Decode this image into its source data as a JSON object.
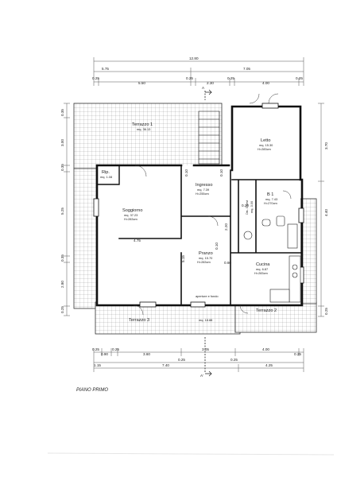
{
  "drawing": {
    "title": "PIANO PRIMO",
    "section_marker_top": "A",
    "section_marker_bottom": "A'"
  },
  "dimensions": {
    "top_overall": "12.80",
    "top_row1": [
      "5.75",
      "7.05"
    ],
    "top_row2": [
      "0.25",
      "5.50",
      "0.25",
      "2.30",
      "0.25",
      "4.00",
      "0.25"
    ],
    "bottom_row1": [
      "0.25",
      "0.90",
      "0.25",
      "3.60",
      "3.05",
      "4.00",
      "0.25"
    ],
    "bottom_row2": [
      "0.25",
      "0.25"
    ],
    "bottom_row3": [
      "1.15",
      "7.40",
      "4.25"
    ],
    "left": [
      "0.35",
      "3.00",
      "0.35",
      "5.25",
      "0.35",
      "2.80",
      "0.25"
    ],
    "right": [
      "3.70",
      "4.40",
      "0.25"
    ],
    "inner": [
      "0.10",
      "0.10",
      "0.10",
      "4.75",
      "5.15",
      "2.20",
      "0.60",
      "0.20"
    ]
  },
  "rooms": [
    {
      "key": "terrazzo1",
      "name": "Terrazzo 1",
      "area": "mq. 36.13",
      "height": ""
    },
    {
      "key": "letto",
      "name": "Letto",
      "area": "mq. 15.30",
      "height": "H=283cm"
    },
    {
      "key": "rip",
      "name": "Rip.",
      "area": "mq. 1.08",
      "height": ""
    },
    {
      "key": "ingresso",
      "name": "Ingresso",
      "area": "mq. 7.39",
      "height": "H=255cm"
    },
    {
      "key": "disimpegno",
      "name": "Dis. Guest",
      "area": "mq. 3.00",
      "height": ""
    },
    {
      "key": "bagno1",
      "name": "B 1",
      "area": "mq. 7.43",
      "height": "H=270cm"
    },
    {
      "key": "soggiorno",
      "name": "Soggiorno",
      "area": "mq. 37.23",
      "height": "H=283cm"
    },
    {
      "key": "pranzo",
      "name": "Pranzo",
      "area": "mq. 15.70",
      "height": "H=283cm"
    },
    {
      "key": "cucina",
      "name": "Cucina",
      "area": "mq. 6.87",
      "height": "H=283cm"
    },
    {
      "key": "terrazzo3",
      "name": "Terrazzo 3",
      "area": "mq. 18.88",
      "height": ""
    },
    {
      "key": "terrazzo2",
      "name": "Terrazzo 2",
      "area": "",
      "height": ""
    }
  ],
  "notes": {
    "openings": "aperture e fondo"
  }
}
